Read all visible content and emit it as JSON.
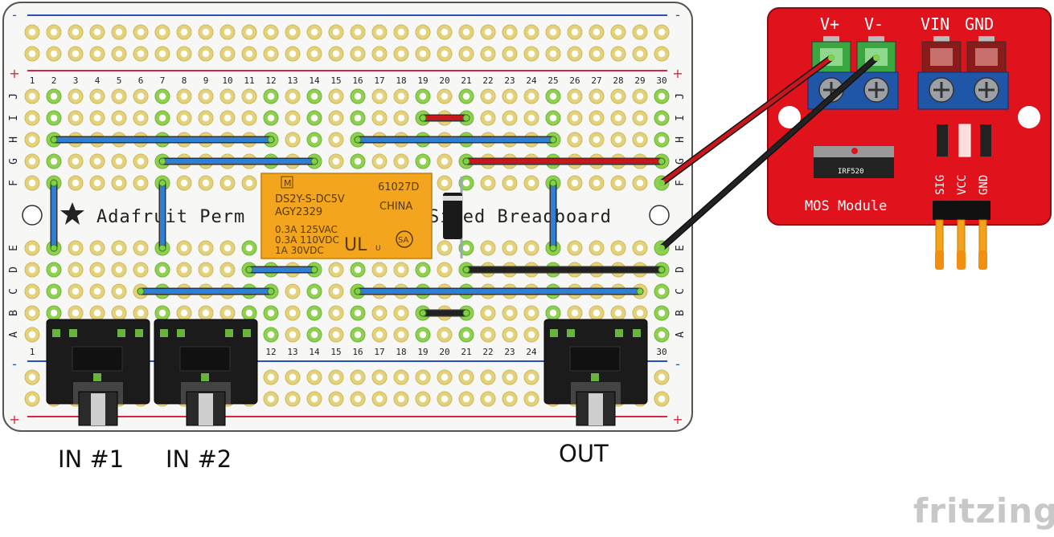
{
  "breadboard": {
    "title": "Adafruit Perma-Proto Sized Breadboard",
    "title_visible_left": "Adafruit Perm",
    "title_visible_right": "Sized Breadboard",
    "row_letters": [
      "J",
      "I",
      "H",
      "G",
      "F",
      "E",
      "D",
      "C",
      "B",
      "A"
    ],
    "column_numbers_top": [
      "1",
      "2",
      "3",
      "4",
      "5",
      "6",
      "7",
      "8",
      "9",
      "10",
      "11",
      "12",
      "13",
      "14",
      "15",
      "16",
      "17",
      "18",
      "19",
      "20",
      "21",
      "22",
      "23",
      "24",
      "25",
      "26",
      "27",
      "28",
      "29",
      "30"
    ],
    "column_numbers_bottom": [
      "1",
      "12",
      "13",
      "14",
      "15",
      "16",
      "17",
      "18",
      "19",
      "20",
      "21",
      "22",
      "23",
      "24",
      "30"
    ],
    "rail_plus": "+",
    "rail_minus": "-"
  },
  "relay": {
    "brand": "M",
    "model": "DS2Y-S-DC5V",
    "code": "AGY2329",
    "date": "61027D",
    "origin": "CHINA",
    "rating1": "0.3A 125VAC",
    "rating2": "0.3A 110VDC",
    "rating3": "1A   30VDC",
    "cert1": "UL",
    "cert2": "SA"
  },
  "mos_module": {
    "name": "MOS Module",
    "chip": "IRF520",
    "terminals": [
      "V+",
      "V-",
      "VIN",
      "GND"
    ],
    "pins": [
      "SIG",
      "VCC",
      "GND"
    ]
  },
  "jacks": [
    {
      "label": "IN #1"
    },
    {
      "label": "IN #2"
    },
    {
      "label": "OUT"
    }
  ],
  "watermark": "fritzing",
  "colors": {
    "board": "#f7f7f5",
    "pad": "#e4d27a",
    "pad_hole": "#ffffff",
    "pad_active": "#8fd14f",
    "rail_red": "#d7263d",
    "rail_blue": "#2b4fbf",
    "wire_blue": "#2f7fd4",
    "wire_red": "#c8161d",
    "wire_black": "#222222",
    "relay": "#f2a51d",
    "module": "#e0121c"
  }
}
